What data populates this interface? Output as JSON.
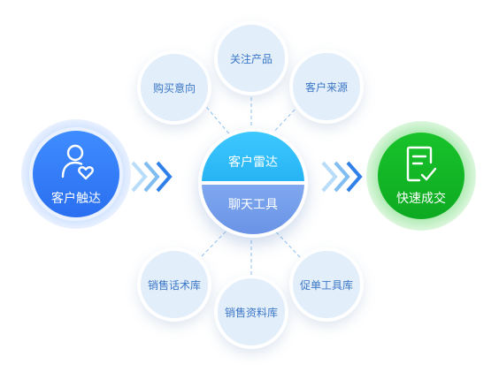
{
  "left_node": {
    "label": "客户触达",
    "icon": "user-heart-icon"
  },
  "center": {
    "top_label": "客户雷达",
    "bottom_label": "聊天工具"
  },
  "right_node": {
    "label": "快速成交",
    "icon": "document-check-icon"
  },
  "top_nodes": [
    {
      "label": "购买意向"
    },
    {
      "label": "关注产品"
    },
    {
      "label": "客户来源"
    }
  ],
  "bottom_nodes": [
    {
      "label": "销售话术库"
    },
    {
      "label": "销售资料库"
    },
    {
      "label": "促单工具库"
    }
  ],
  "colors": {
    "node_fill": "#e3eefb",
    "node_text": "#3b77c6",
    "center_top": "#3ec8ff",
    "center_bottom": "#7fa8ef",
    "left_blue": "#2a6ff0",
    "right_green": "#0eaa22",
    "arrow_blue": "#2f80e8"
  }
}
